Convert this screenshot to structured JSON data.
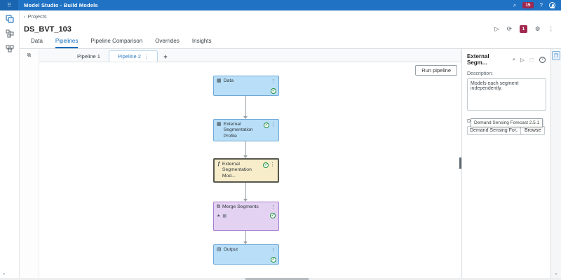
{
  "app_bar": {
    "title": "Model Studio - Build Models",
    "notification_count": "15"
  },
  "icons": {
    "app_grid": "⠿",
    "search": "⌕",
    "help": "?",
    "play": "▷",
    "refresh": "⟳",
    "gear": "⚙",
    "kebab": "⋮",
    "chevron_left": "‹",
    "expand": "⧉",
    "plus": "+",
    "star": "★",
    "check": "✓",
    "zoom": "⌕",
    "snapshot": "▢",
    "panel_toggle": "❐",
    "collapse_left": "»",
    "collapse_right": "«",
    "data_node": "▦",
    "profile_node": "▦",
    "model_node": "ƒ",
    "merge_node": "⧉",
    "output_node": "▤",
    "mini_chart": "▦"
  },
  "breadcrumb": {
    "label": "Projects"
  },
  "project_header": {
    "title": "DS_BVT_103",
    "badge": "1"
  },
  "main_tabs": {
    "tab_data": "Data",
    "tab_pipelines": "Pipelines",
    "tab_comparison": "Pipeline Comparison",
    "tab_overrides": "Overrides",
    "tab_insights": "Insights"
  },
  "pipeline_tabs": {
    "tab1": "Pipeline 1",
    "tab2": "Pipeline 2"
  },
  "canvas": {
    "run_button_label": "Run pipeline",
    "nodes": [
      {
        "label": "Data",
        "status": "complete"
      },
      {
        "label": "External Segmentation Profile",
        "status": "complete"
      },
      {
        "label": "External Segmentation Mod...",
        "status": "complete",
        "selected": true
      },
      {
        "label": "Merge Segments",
        "status": "complete",
        "starred": true
      },
      {
        "label": "Output",
        "status": "complete"
      }
    ]
  },
  "properties_panel": {
    "title": "External Segm...",
    "description_label": "Description:",
    "description_value": "Models each segment independently.",
    "default_pipeline_label": "Default pipeline:",
    "required_marker": "*",
    "default_pipeline_value": "Demand Sensing For...",
    "browse_label": "Browse",
    "tooltip": "Demand Sensing Forecast 2.5.1"
  },
  "colors": {
    "topbar": "#1f72c4",
    "badge": "#a1284e",
    "accent": "#0f6cbd",
    "node_blue": "#b9def7",
    "node_yellow": "#f8edca",
    "node_purple": "#e4d2f2",
    "check_green": "#1e8e3e"
  }
}
